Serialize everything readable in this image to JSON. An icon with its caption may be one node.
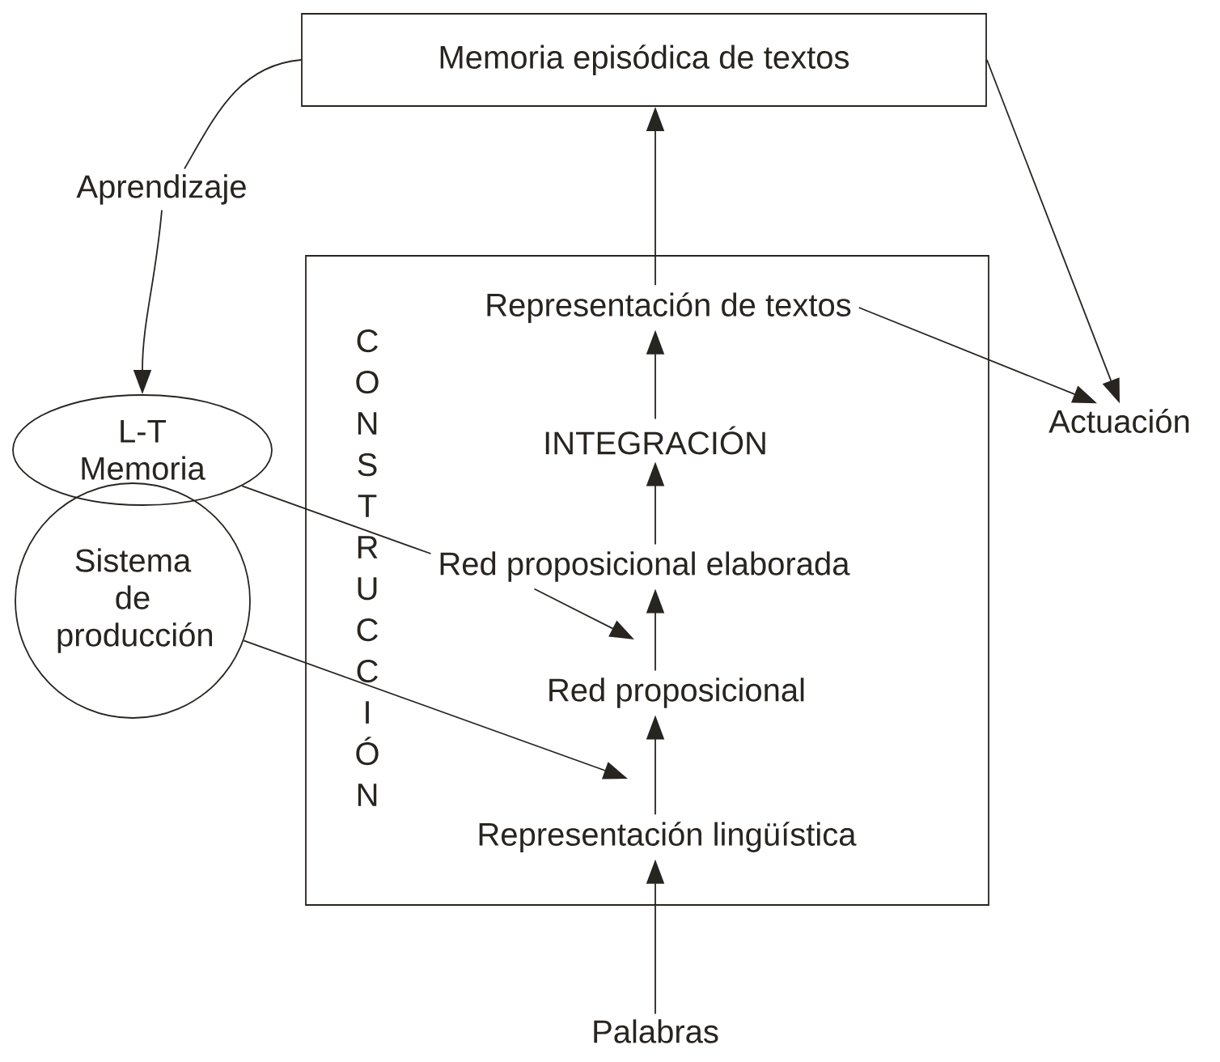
{
  "diagram": {
    "nodes": [
      {
        "text": [
          "Memoria episódica de textos"
        ]
      },
      {
        "text": [
          "Aprendizaje"
        ]
      },
      {
        "text": [
          "CONSTRUCCIÓN"
        ]
      },
      {
        "text": [
          "Representación de textos"
        ],
        "in": 2
      },
      {
        "text": [
          "INTEGRACIÓN"
        ],
        "in": 2
      },
      {
        "text": [
          "Red proposicional elaborada"
        ],
        "in": 2
      },
      {
        "text": [
          "Red proposicional"
        ],
        "in": 2
      },
      {
        "text": [
          "Representación lingüística"
        ],
        "in": 2
      },
      {
        "text": [
          "L-T Memoria"
        ]
      },
      {
        "text": [
          "Sistema de producción"
        ]
      },
      {
        "text": [
          "Actuación"
        ]
      },
      {
        "text": [
          "Palabras"
        ]
      }
    ],
    "edges": [
      {
        "from": 11,
        "to": 7,
        "arrow": "to"
      },
      {
        "from": 7,
        "to": 6,
        "arrow": "to"
      },
      {
        "from": 6,
        "to": 5,
        "arrow": "to"
      },
      {
        "from": 5,
        "to": 4,
        "arrow": "to"
      },
      {
        "from": 4,
        "to": 3,
        "arrow": "to"
      },
      {
        "from": 3,
        "to": 0,
        "arrow": "to"
      },
      {
        "from": 3,
        "to": 10,
        "arrow": "to"
      },
      {
        "from": 0,
        "to": 10,
        "arrow": "to"
      },
      {
        "from": 1,
        "to": 0,
        "arrow": "none"
      },
      {
        "from": 1,
        "to": 8,
        "arrow": "to"
      },
      {
        "from": 8,
        "to": 5,
        "arrow": "none"
      },
      {
        "from": 5,
        "to": null,
        "arrow": "to"
      },
      {
        "from": 9,
        "to": null,
        "arrow": "to"
      }
    ]
  }
}
